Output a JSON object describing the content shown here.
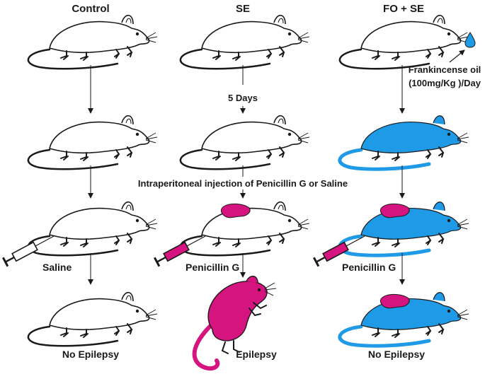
{
  "columns": [
    {
      "title": "Control"
    },
    {
      "title": "SE"
    },
    {
      "title": "FO + SE"
    }
  ],
  "annotations": {
    "days": "5 Days",
    "treatment_line1": "Frankincense oil",
    "treatment_line2": "(100mg/Kg )/Day",
    "injection": "Intraperitoneal injection of Penicillin G or Saline"
  },
  "syringes": {
    "control": "Saline",
    "se": "Penicillin G",
    "fo": "Penicillin G"
  },
  "outcomes": {
    "control": "No Epilepsy",
    "se": "Epilepsy",
    "fo": "No Epilepsy"
  },
  "colors": {
    "treated_rat": "#1e9ae6",
    "seizure": "#d6147f",
    "outline": "#1a1a1a",
    "saline_syringe": "#ffffff"
  }
}
